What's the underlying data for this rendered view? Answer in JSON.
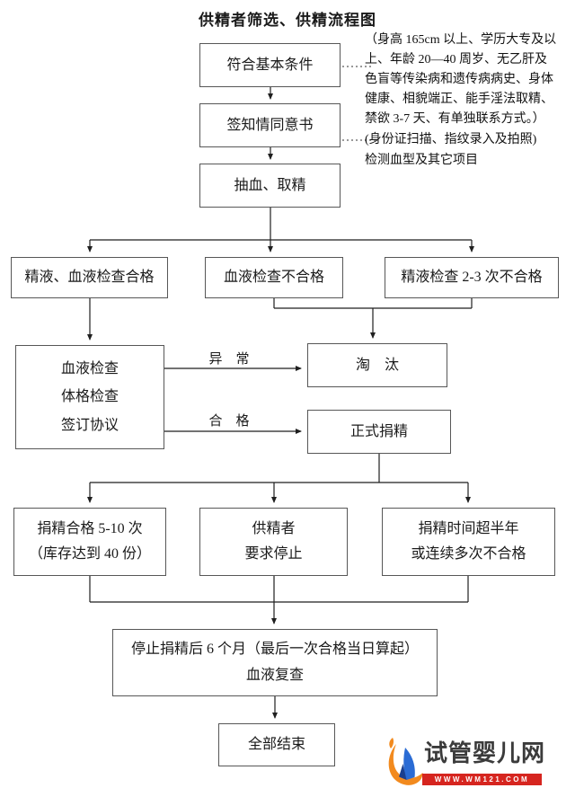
{
  "title": "供精者筛选、供精流程图",
  "nodes": {
    "basic": {
      "label": "符合基本条件"
    },
    "consent": {
      "label": "签知情同意书"
    },
    "blood": {
      "label": "抽血、取精"
    },
    "pass": {
      "label": "精液、血液检查合格"
    },
    "blood_fail": {
      "label": "血液检查不合格"
    },
    "semen_fail": {
      "label": "精液检查 2-3 次不合格"
    },
    "review": {
      "line1": "血液检查",
      "line2": "体格检查",
      "line3": "签订协议"
    },
    "eliminate": {
      "label": "淘　汰"
    },
    "donate": {
      "label": "正式捐精"
    },
    "donate_ok": {
      "line1": "捐精合格 5-10 次",
      "line2": "（库存达到 40 份）"
    },
    "donor_stop": {
      "line1": "供精者",
      "line2": "要求停止"
    },
    "overtime": {
      "line1": "捐精时间超半年",
      "line2": "或连续多次不合格"
    },
    "recheck": {
      "line1": "停止捐精后 6 个月（最后一次合格当日算起）",
      "line2": "血液复查"
    },
    "end": {
      "label": "全部结束"
    }
  },
  "edge_labels": {
    "abnormal": "异　常",
    "normal": "合　格"
  },
  "annotations": {
    "basic_note": {
      "lines": [
        "（身高 165cm 以上、学历大专及以",
        "上、年龄 20—40 周岁、无乙肝及",
        "色盲等传染病和遗传病病史、身体",
        "健康、相貌端正、能手淫法取精、",
        "禁欲 3-7 天、有单独联系方式。）"
      ]
    },
    "consent_note": {
      "lines": [
        "(身份证扫描、指纹录入及拍照)",
        "检测血型及其它项目"
      ]
    }
  },
  "watermark": {
    "site_name": "试管婴儿网",
    "site_url": "WWW.WM121.COM",
    "brand_orange": "#f28a1e",
    "brand_blue": "#2a6bd4",
    "bar_red": "#d6251f"
  },
  "colors": {
    "box_border": "#575757",
    "line": "#1f1f1f",
    "text": "#1a1a1a"
  }
}
